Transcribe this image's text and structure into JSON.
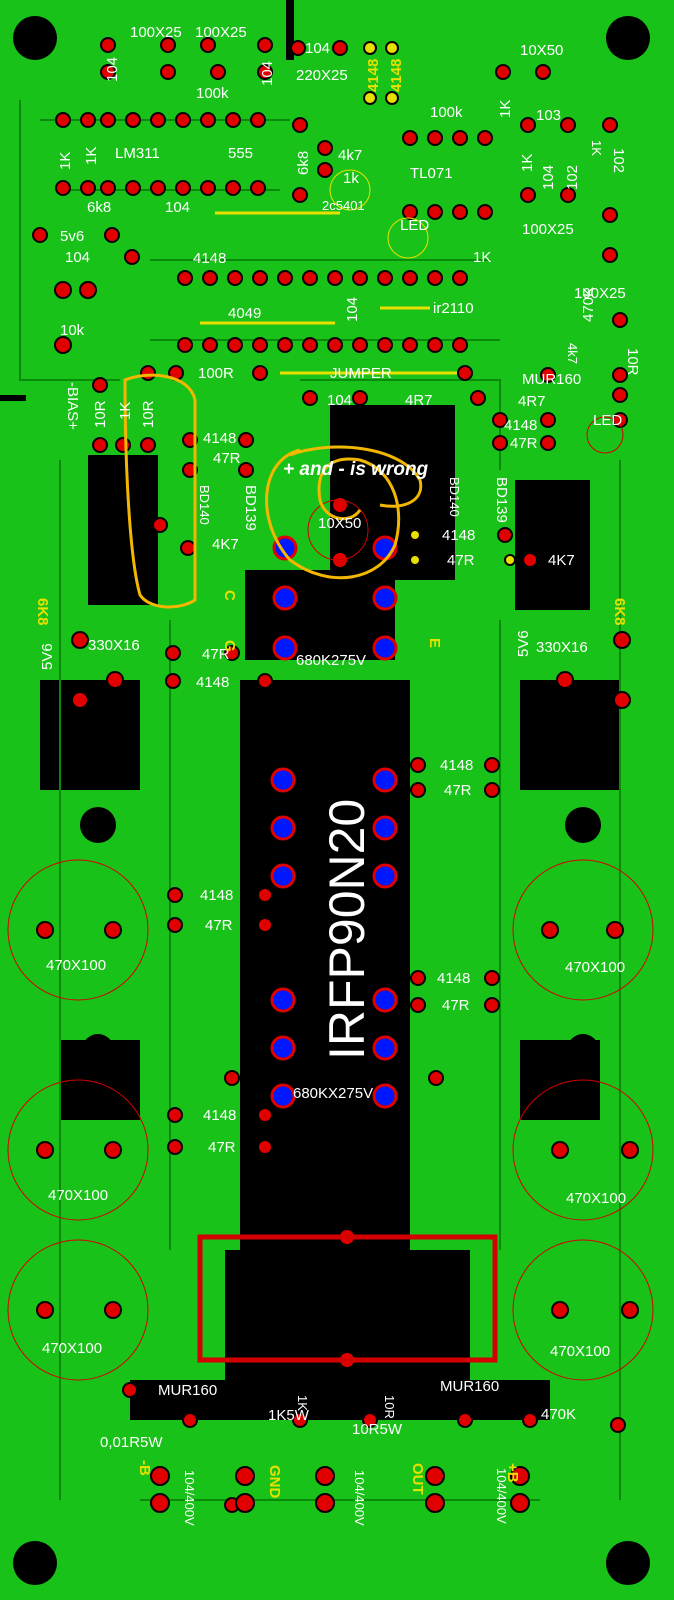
{
  "colors": {
    "board": "#19c219",
    "copper_dark": "#0a8a0a",
    "void": "#000000",
    "pad": "#e00000",
    "pad_blue": "#0018ff",
    "silk": "#ffffff",
    "silk_yellow": "#e8e000",
    "annotation": "#f2b700",
    "outline_red": "#d40000"
  },
  "labels": {
    "c_100x25_a": "100X25",
    "c_100x25_b": "100X25",
    "c_104_top": "104",
    "c_220x25": "220X25",
    "d_4148_a": "4148",
    "d_4148_b": "4148",
    "c_10x50_top": "10X50",
    "c_104_v1": "104",
    "c_104_v2": "104",
    "r_100k_a": "100k",
    "r_100k_b": "100k",
    "r_1k_top": "1K",
    "c_103": "103",
    "r_1k_left1": "1K",
    "r_1k_left2": "1K",
    "ic_lm311": "LM311",
    "ic_555": "555",
    "r_6k8_v": "6k8",
    "r_4k7_top": "4k7",
    "r_1k_mid": "1k",
    "ic_tl071": "TL071",
    "r_1k_right": "1K",
    "c_104_r1": "104",
    "c_102_a": "102",
    "c_102_b": "102",
    "r_1k_tiny": "1K",
    "r_6k8_left": "6k8",
    "c_104_mid": "104",
    "q_2c5401": "2c5401",
    "z_5v6_top": "5v6",
    "c_104_left": "104",
    "led_top": "LED",
    "c_100x25_right": "100X25",
    "r_1k_r2": "1K",
    "d_4148_mid": "4148",
    "r_470k_v": "470K",
    "c_100x25_r2": "100X25",
    "pot_10k": "10k",
    "ic_4049": "4049",
    "c_104_v3": "104",
    "ic_ir2110": "ir2110",
    "r_4k7_small": "4k7",
    "r_100r": "100R",
    "jumper": "JUMPER",
    "d_mur160_top": "MUR160",
    "r_10r_right": "10R",
    "bias": "-BIAS+",
    "r_10r_a": "10R",
    "r_1k_bias": "1K",
    "r_10r_b": "10R",
    "c_104_jump": "104",
    "r_4r7_a": "4R7",
    "r_4r7_b": "4R7",
    "led_right": "LED",
    "d_4148_l1": "4148",
    "r_47r_l1": "47R",
    "d_4148_r1": "4148",
    "r_47r_r1": "47R",
    "q_bd140_l": "BD140",
    "q_bd139_l": "BD139",
    "q_bd140_r": "BD140",
    "q_bd139_r": "BD139",
    "annotation_text": "+ and - is wrong",
    "c_10x50_mid": "10X50",
    "r_4k7_l": "4K7",
    "d_4148_r2": "4148",
    "r_47r_r2": "47R",
    "r_4k7_r": "4K7",
    "r_6k8_big_l": "6K8",
    "z_5v6_l": "5V6",
    "c_330x16_l": "330X16",
    "r_6k8_big_r": "6K8",
    "z_5v6_r": "5V6",
    "c_330x16_r": "330X16",
    "r_47r_g1": "47R",
    "d_4148_g1": "4148",
    "c_680k275v": "680K275V",
    "fet_name": "IRFP90N20",
    "d_4148_g2": "4148",
    "r_47r_g2": "47R",
    "d_4148_g3": "4148",
    "r_47r_g3": "47R",
    "d_4148_g4": "4148",
    "r_47r_g4": "47R",
    "d_4148_g5": "4148",
    "r_47r_g5": "47R",
    "c_680kx275v": "680KX275V",
    "c_470x100_l1": "470X100",
    "c_470x100_r1": "470X100",
    "c_470x100_l2": "470X100",
    "c_470x100_r2": "470X100",
    "c_470x100_l3": "470X100",
    "c_470x100_r3": "470X100",
    "d_mur160_l": "MUR160",
    "d_mur160_r": "MUR160",
    "r_1k5w": "1K5W",
    "r_10r5w": "10R5W",
    "r_001r5w": "0,01R5W",
    "r_470k_bottom": "470K",
    "term_minus_b": "-B",
    "term_gnd": "GND",
    "term_out": "OUT",
    "term_plus_b": "+B",
    "c_104_400v_a": "104/400V",
    "c_104_400v_b": "104/400V",
    "c_104_400v_c": "104/400V",
    "r_10r_bot": "10R",
    "r_1k_bot": "1K",
    "pin_g": "G",
    "pin_c": "C",
    "pin_e": "E"
  }
}
